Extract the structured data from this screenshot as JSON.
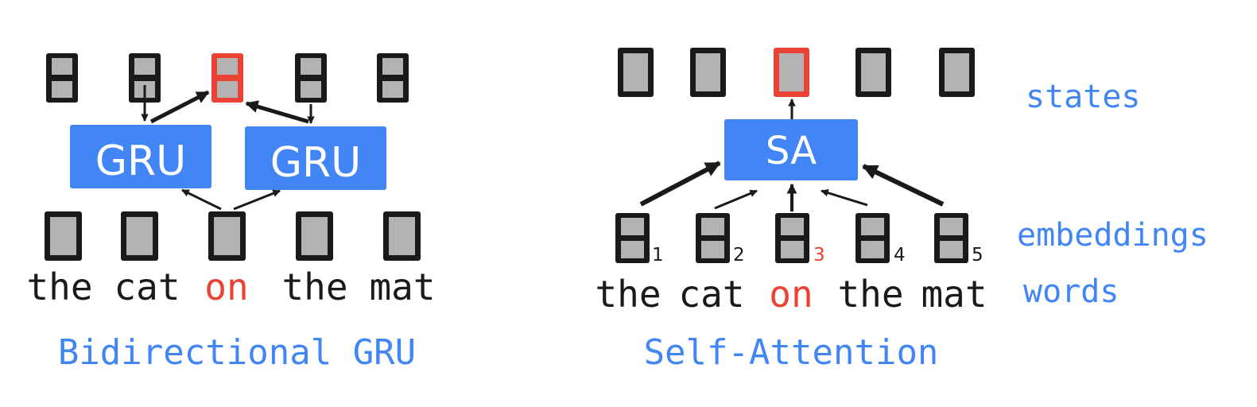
{
  "colors": {
    "blue": "#4285f4",
    "red": "#ea4335",
    "black": "#1a1a1a",
    "gray": "#b3b3b3"
  },
  "left": {
    "words": [
      "the",
      "cat",
      "on",
      "the",
      "mat"
    ],
    "highlight_index": 2,
    "box_label_1": "GRU",
    "box_label_2": "GRU",
    "caption": "Bidirectional GRU"
  },
  "right": {
    "words": [
      "the",
      "cat",
      "on",
      "the",
      "mat"
    ],
    "positions": [
      "1",
      "2",
      "3",
      "4",
      "5"
    ],
    "highlight_index": 2,
    "box_label": "SA",
    "caption": "Self-Attention"
  },
  "legend": {
    "states": "states",
    "embeddings": "embeddings",
    "words": "words"
  }
}
